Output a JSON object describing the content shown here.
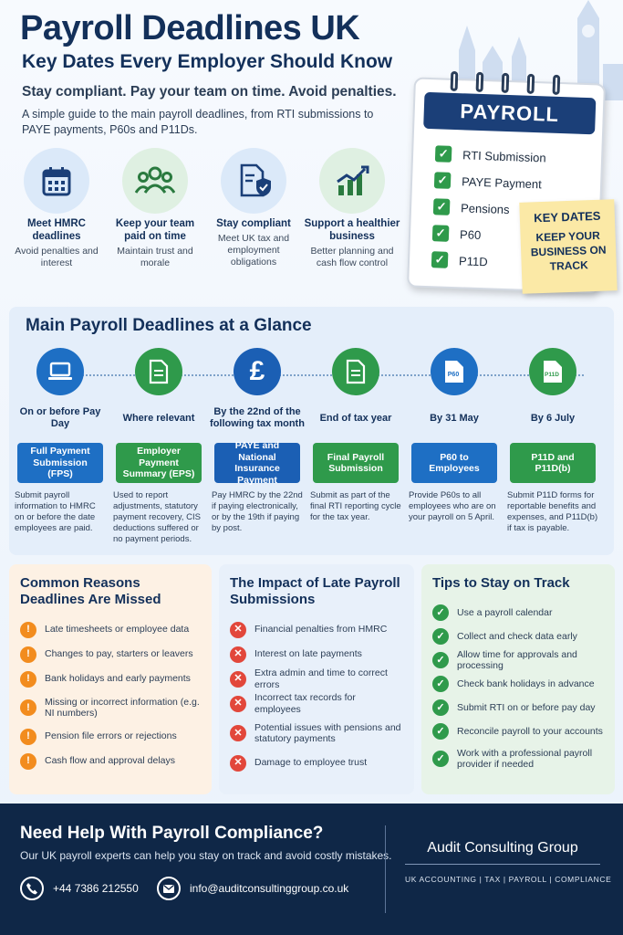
{
  "header": {
    "title": "Payroll Deadlines UK",
    "subtitle": "Key Dates Every Employer Should Know",
    "tagline": "Stay compliant. Pay your team on time. Avoid penalties.",
    "intro": "A simple guide to the main payroll deadlines, from RTI submissions to PAYE payments, P60s and P11Ds."
  },
  "benefits": [
    {
      "title": "Meet HMRC deadlines",
      "desc": "Avoid penalties and interest",
      "icon": "calendar-icon"
    },
    {
      "title": "Keep your team paid on time",
      "desc": "Maintain trust and morale",
      "icon": "team-icon"
    },
    {
      "title": "Stay compliant",
      "desc": "Meet UK tax and employment obligations",
      "icon": "shield-document-icon"
    },
    {
      "title": "Support a healthier business",
      "desc": "Better planning and cash flow control",
      "icon": "growth-chart-icon"
    }
  ],
  "clipboard": {
    "title": "PAYROLL",
    "items": [
      "RTI Submission",
      "PAYE Payment",
      "Pensions",
      "P60",
      "P11D"
    ],
    "sticky_title": "KEY DATES",
    "sticky_text": "KEEP YOUR BUSINESS ON TRACK"
  },
  "deadlines": {
    "title": "Main Payroll Deadlines at a Glance",
    "items": [
      {
        "date": "On or before Pay Day",
        "label": "Full Payment Submission (FPS)",
        "desc": "Submit payroll information to HMRC on or before the date employees are paid.",
        "icon": "laptop-icon",
        "color": "#1e6fc4"
      },
      {
        "date": "Where relevant",
        "label": "Employer Payment Summary (EPS)",
        "desc": "Used to report adjustments, statutory payment recovery, CIS deductions suffered or no payment periods.",
        "icon": "document-icon",
        "color": "#2f9a4b"
      },
      {
        "date": "By the 22nd of the following tax month",
        "label": "PAYE and National Insurance Payment",
        "desc": "Pay HMRC by the 22nd if paying electronically, or by the 19th if paying by post.",
        "icon": "pound-icon",
        "color": "#1b5fb4"
      },
      {
        "date": "End of tax year",
        "label": "Final Payroll Submission",
        "desc": "Submit as part of the final RTI reporting cycle for the tax year.",
        "icon": "document-icon",
        "color": "#2f9a4b"
      },
      {
        "date": "By 31 May",
        "label": "P60 to Employees",
        "desc": "Provide P60s to all employees who are on your payroll on 5 April.",
        "icon": "p60-document-icon",
        "icon_text": "P60",
        "color": "#1e6fc4"
      },
      {
        "date": "By 6 July",
        "label": "P11D and P11D(b)",
        "desc": "Submit P11D forms for reportable benefits and expenses, and P11D(b) if tax is payable.",
        "icon": "p11d-document-icon",
        "icon_text": "P11D",
        "color": "#2f9a4b"
      }
    ]
  },
  "reasons": {
    "title": "Common Reasons Deadlines Are Missed",
    "items": [
      "Late timesheets or employee data",
      "Changes to pay, starters or leavers",
      "Bank holidays and early payments",
      "Missing or incorrect information (e.g. NI numbers)",
      "Pension file errors or rejections",
      "Cash flow and approval delays"
    ]
  },
  "impact": {
    "title": "The Impact of Late Payroll Submissions",
    "items": [
      "Financial penalties from HMRC",
      "Interest on late payments",
      "Extra admin and time to correct errors",
      "Incorrect tax records for employees",
      "Potential issues with pensions and statutory payments",
      "Damage to employee trust"
    ]
  },
  "tips": {
    "title": "Tips to Stay on Track",
    "items": [
      "Use a payroll calendar",
      "Collect and check data early",
      "Allow time for approvals and processing",
      "Check bank holidays in advance",
      "Submit RTI on or before pay day",
      "Reconcile payroll to your accounts",
      "Work with a professional payroll provider if needed"
    ]
  },
  "footer": {
    "title": "Need Help With Payroll Compliance?",
    "subtitle": "Our UK payroll experts can help you stay on track and avoid costly mistakes.",
    "phone": "+44 7386 212550",
    "email": "info@auditconsultinggroup.co.uk",
    "brand": "Audit Consulting Group",
    "tags": "UK ACCOUNTING  |  TAX  |  PAYROLL  |  COMPLIANCE"
  },
  "colors": {
    "navy": "#13305a",
    "blue": "#1e6fc4",
    "green": "#2f9a4b",
    "orange": "#f28c1e",
    "red": "#e2473b",
    "footer": "#0f2747"
  }
}
